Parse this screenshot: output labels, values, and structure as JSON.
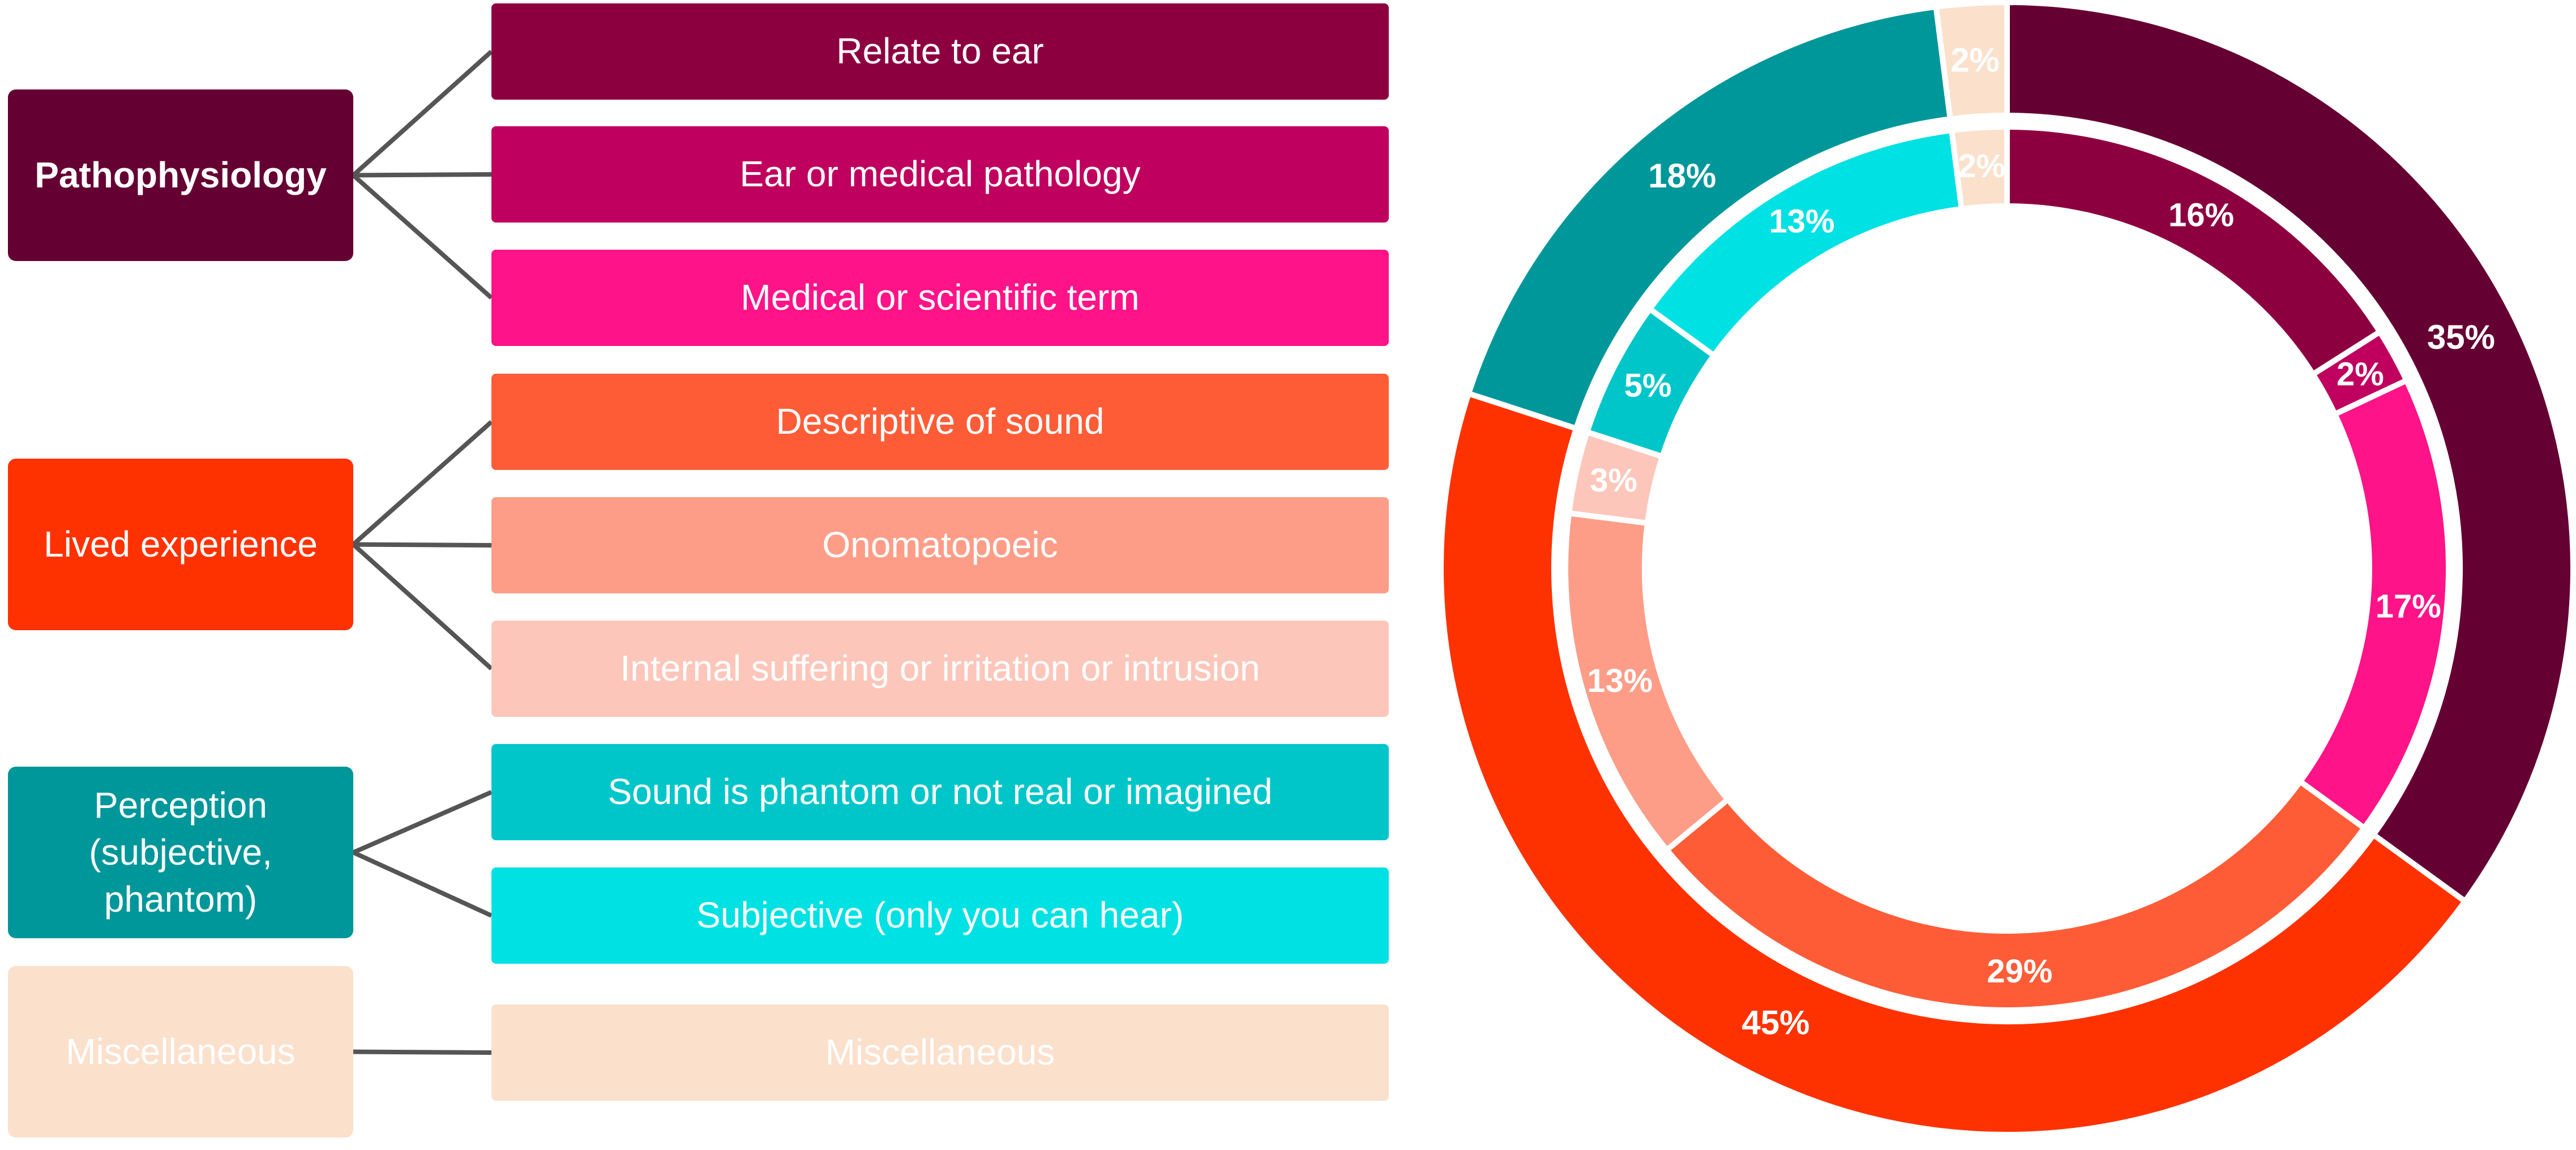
{
  "categories": [
    {
      "id": "pathophysiology",
      "label": "Pathophysiology",
      "color": "#650033",
      "text_color": "#ffffff",
      "bold": true
    },
    {
      "id": "lived-experience",
      "label": "Lived experience",
      "color": "#FE3200",
      "text_color": "#ffffff",
      "bold": false
    },
    {
      "id": "perception",
      "label": "Perception (subjective, phantom)",
      "color": "#00979A",
      "text_color": "#ffffff",
      "bold": false
    },
    {
      "id": "miscellaneous",
      "label": "Miscellaneous",
      "color": "#FBE0CC",
      "text_color": "#ffffff",
      "bold": false
    }
  ],
  "subcategories": [
    {
      "id": "relate-to-ear",
      "label": "Relate to ear",
      "color": "#8D0040",
      "text_color": "#ffffff",
      "parent": "pathophysiology"
    },
    {
      "id": "ear-or-medical-pathology",
      "label": "Ear or medical pathology",
      "color": "#C0005E",
      "text_color": "#ffffff",
      "parent": "pathophysiology"
    },
    {
      "id": "medical-or-scientific-term",
      "label": "Medical or scientific term",
      "color": "#FF1388",
      "text_color": "#ffffff",
      "parent": "pathophysiology"
    },
    {
      "id": "descriptive-of-sound",
      "label": "Descriptive of sound",
      "color": "#FE5C37",
      "text_color": "#ffffff",
      "parent": "lived-experience"
    },
    {
      "id": "onomatopoeic",
      "label": "Onomatopoeic",
      "color": "#FD9D88",
      "text_color": "#ffffff",
      "parent": "lived-experience"
    },
    {
      "id": "internal-suffering",
      "label": "Internal suffering or irritation or intrusion",
      "color": "#FDC6BA",
      "text_color": "#ffffff",
      "parent": "lived-experience"
    },
    {
      "id": "sound-is-phantom",
      "label": "Sound is phantom or not real or imagined",
      "color": "#00C6C9",
      "text_color": "#ffffff",
      "parent": "perception"
    },
    {
      "id": "subjective",
      "label": "Subjective (only you can hear)",
      "color": "#00E1E4",
      "text_color": "#ffffff",
      "parent": "perception"
    },
    {
      "id": "miscellaneous-sub",
      "label": "Miscellaneous",
      "color": "#FBE0CC",
      "text_color": "#ffffff",
      "parent": "miscellaneous"
    }
  ],
  "chart_data": {
    "type": "pie",
    "style": "nested-donut",
    "direction": "clockwise-from-top",
    "outer_ring": [
      {
        "category": "Pathophysiology",
        "value": 35,
        "label": "35%",
        "color": "#650033"
      },
      {
        "category": "Lived experience",
        "value": 45,
        "label": "45%",
        "color": "#FE3200"
      },
      {
        "category": "Perception (subjective, phantom)",
        "value": 18,
        "label": "18%",
        "color": "#00979A"
      },
      {
        "category": "Miscellaneous",
        "value": 2,
        "label": "2%",
        "color": "#FBE0CC"
      }
    ],
    "inner_ring": [
      {
        "category": "Relate to ear",
        "value": 16,
        "label": "16%",
        "color": "#8D0040"
      },
      {
        "category": "Ear or medical pathology",
        "value": 2,
        "label": "2%",
        "color": "#C0005E"
      },
      {
        "category": "Medical or scientific term",
        "value": 17,
        "label": "17%",
        "color": "#FF1388"
      },
      {
        "category": "Descriptive of sound",
        "value": 29,
        "label": "29%",
        "color": "#FE5C37"
      },
      {
        "category": "Onomatopoeic",
        "value": 13,
        "label": "13%",
        "color": "#FD9D88"
      },
      {
        "category": "Internal suffering or irritation or intrusion",
        "value": 3,
        "label": "3%",
        "color": "#FDC6BA"
      },
      {
        "category": "Sound is phantom or not real or imagined",
        "value": 5,
        "label": "5%",
        "color": "#00C6C9"
      },
      {
        "category": "Subjective (only you can hear)",
        "value": 13,
        "label": "13%",
        "color": "#00E1E4"
      },
      {
        "category": "Miscellaneous",
        "value": 2,
        "label": "2%",
        "color": "#FBE0CC"
      }
    ]
  }
}
